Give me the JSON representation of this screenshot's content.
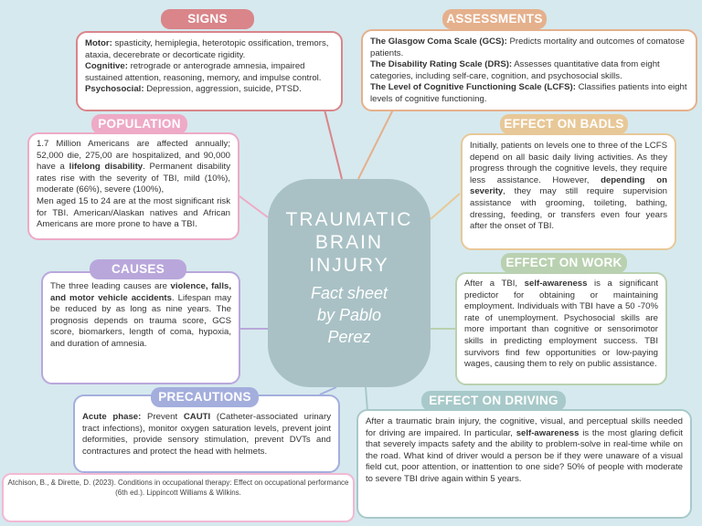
{
  "center": {
    "title_1": "TRAUMATIC",
    "title_2": "BRAIN",
    "title_3": "INJURY",
    "subtitle_1": "Fact sheet",
    "subtitle_2": "by Pablo",
    "subtitle_3": "Perez"
  },
  "colors": {
    "signs": "#d9858a",
    "assessments": "#e5b08c",
    "population": "#eeaac6",
    "badls": "#e8c898",
    "causes": "#b9a7db",
    "work": "#b9d1b0",
    "precautions": "#a4aedd",
    "driving": "#a8c9c9",
    "background": "#d6e9ee",
    "hub": "#a9c1c5"
  },
  "signs": {
    "title": "SIGNS",
    "motor_label": "Motor:",
    "motor_text": " spasticity, hemiplegia, heterotopic ossification, tremors, ataxia, decerebrate or decorticate rigidity.",
    "cognitive_label": "Cognitive:",
    "cognitive_text": " retrograde or anterograde amnesia, impaired sustained attention, reasoning, memory, and impulse control.",
    "psychosocial_label": "Psychosocial:",
    "psychosocial_text": " Depression, aggression, suicide, PTSD."
  },
  "assessments": {
    "title": "ASSESSMENTS",
    "gcs_label": "The Glasgow Coma Scale (GCS):",
    "gcs_text": " Predicts mortality and outcomes of comatose patients.",
    "drs_label": "The Disability Rating Scale (DRS):",
    "drs_text": " Assesses quantitative data from eight categories, including self-care, cognition, and psychosocial skills.",
    "lcfs_label": "The Level of Cognitive Functioning Scale (LCFS):",
    "lcfs_text": " Classifies patients into eight levels of cognitive functioning."
  },
  "population": {
    "title": "POPULATION",
    "text_1": "1.7 Million Americans are affected annually; 52,000 die, 275,00 are hospitalized, and 90,000 have a ",
    "bold_1": "lifelong disability",
    "text_2": ". Permanent disability rates rise with the severity of TBI, mild (10%), moderate (66%), severe (100%),",
    "text_3": "Men aged 15 to 24 are at the most significant risk for TBI. American/Alaskan natives and African Americans are more prone to have a TBI."
  },
  "badls": {
    "title": "EFFECT ON BADLS",
    "text_1": "Initially, patients on levels one to three of the LCFS depend on all basic daily living activities. As they progress through the cognitive levels, they require less assistance. However, ",
    "bold_1": "depending on severity",
    "text_2": ", they may still require supervision assistance with grooming, toileting, bathing, dressing, feeding, or transfers even four years after the onset of TBI."
  },
  "causes": {
    "title": "CAUSES",
    "text_1": "The three leading causes are ",
    "bold_1": "violence, falls, and motor vehicle accidents",
    "text_2": ". Lifespan may be reduced by as long as nine years. The prognosis depends on trauma score, GCS score, biomarkers, length of coma, hypoxia, and duration of amnesia."
  },
  "work": {
    "title": "EFFECT ON WORK",
    "text_1": "After a TBI, ",
    "bold_1": "self-awareness",
    "text_2": " is a significant predictor for obtaining or maintaining employment. Individuals with TBI have a 50 -70% rate of unemployment. Psychosocial skills are more important than cognitive or sensorimotor skills in predicting employment success. TBI survivors find few opportunities or low-paying wages, causing them to rely on public assistance."
  },
  "precautions": {
    "title": "PRECAUTIONS",
    "label": "Acute phase:",
    "text_1": " Prevent ",
    "bold_1": "CAUTI",
    "text_2": " (Catheter-associated urinary tract infections), monitor oxygen saturation levels, prevent joint deformities, provide sensory stimulation, prevent DVTs and contractures and protect the head with helmets."
  },
  "driving": {
    "title": "EFFECT ON DRIVING",
    "text_1": "After a traumatic brain injury, the cognitive, visual, and perceptual skills needed for driving are impaired. In particular, ",
    "bold_1": "self-awareness",
    "text_2": " is the most glaring deficit that severely impacts safety and the ability to problem-solve in real-time while on the road. What kind of driver would a person be if they were unaware of a visual field cut, poor attention, or inattention to one side? 50% of people with moderate to severe TBI drive again within 5 years."
  },
  "citation": {
    "text": "Atchison, B., & Dirette, D. (2023). Conditions in occupational therapy: Effect on occupational performance (6th ed.). Lippincott Williams & Wilkins."
  }
}
